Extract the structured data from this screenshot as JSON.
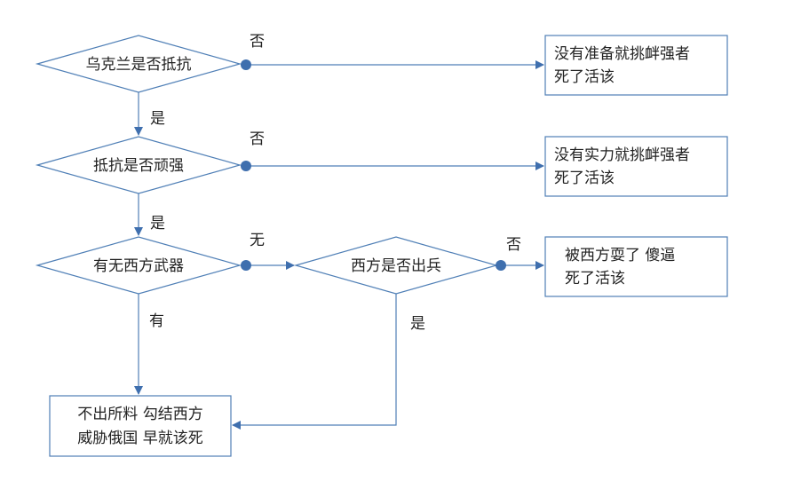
{
  "colors": {
    "line": "#4f7fb6",
    "dot": "#3f6fae",
    "text": "#222222",
    "background": "#ffffff"
  },
  "nodes": {
    "d1": "乌克兰是否抵抗",
    "d2": "抵抗是否顽强",
    "d3": "有无西方武器",
    "d4": "西方是否出兵",
    "r1": [
      "没有准备就挑衅强者",
      "死了活该"
    ],
    "r2": [
      "没有实力就挑衅强者",
      "死了活该"
    ],
    "r3": [
      "被西方耍了 傻逼",
      "死了活该"
    ],
    "r4": [
      "不出所料 勾结西方",
      "威胁俄国 早就该死"
    ]
  },
  "edges": {
    "d1_no": "否",
    "d1_yes": "是",
    "d2_no": "否",
    "d2_yes": "是",
    "d3_none": "无",
    "d3_have": "有",
    "d4_no": "否",
    "d4_yes": "是"
  }
}
